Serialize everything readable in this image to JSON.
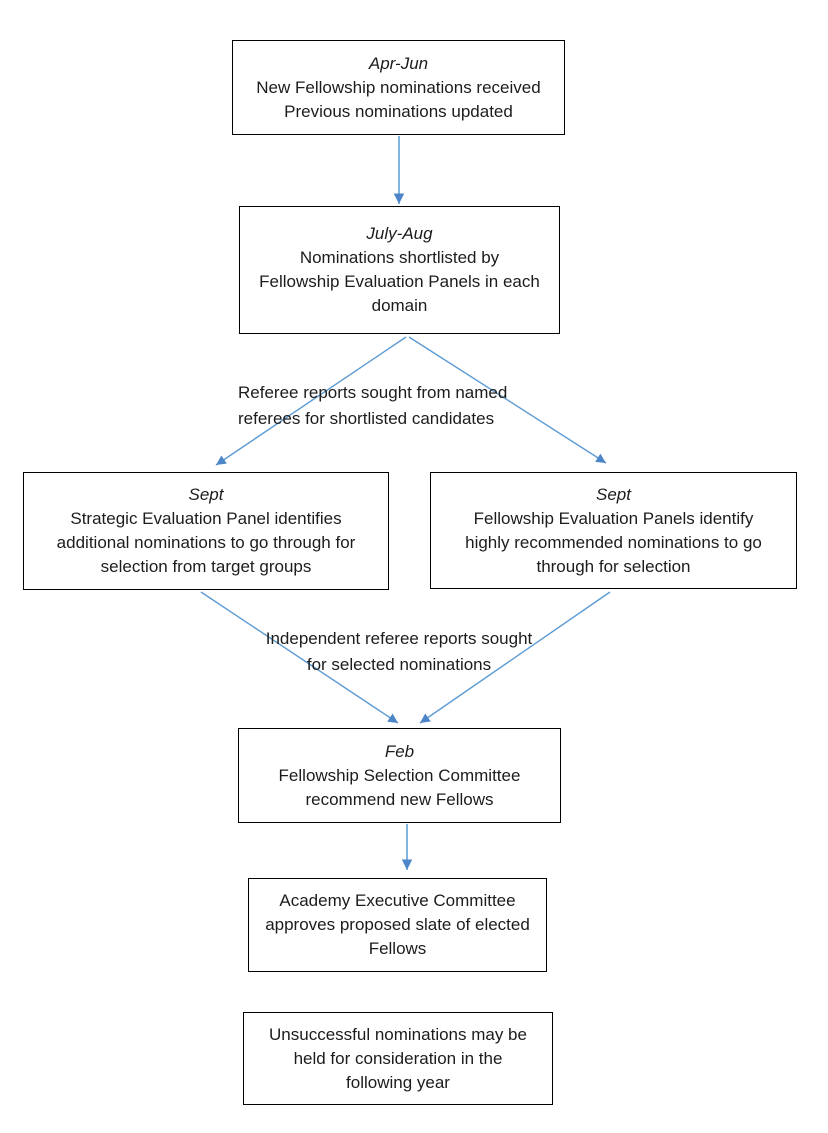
{
  "diagram": {
    "title": "Fellowship nomination and selection process flowchart",
    "colors": {
      "arrow_line": "#5b9bd5",
      "arrow_head": "#4d86c8",
      "box_border": "#000000",
      "text": "#1c1c1c"
    },
    "nodes": {
      "apr_jun": {
        "date": "Apr-Jun",
        "lines": [
          "New Fellowship nominations received",
          "Previous nominations updated"
        ]
      },
      "july_aug": {
        "date": "July-Aug",
        "lines": [
          "Nominations shortlisted by",
          "Fellowship Evaluation Panels in each",
          "domain"
        ]
      },
      "sept_strategic": {
        "date": "Sept",
        "lines": [
          "Strategic Evaluation Panel identifies",
          "additional nominations to go through for",
          "selection from target groups"
        ]
      },
      "sept_fellowship": {
        "date": "Sept",
        "lines": [
          "Fellowship Evaluation Panels identify",
          "highly recommended nominations to go",
          "through for selection"
        ]
      },
      "feb": {
        "date": "Feb",
        "lines": [
          "Fellowship Selection Committee",
          "recommend new Fellows"
        ]
      },
      "academy": {
        "lines": [
          "Academy Executive Committee",
          "approves proposed slate of elected",
          "Fellows"
        ]
      },
      "unsuccessful": {
        "lines": [
          "Unsuccessful nominations may be",
          "held for consideration in the",
          "following year"
        ]
      }
    },
    "labels": {
      "referee": {
        "lines": [
          "Referee reports sought from named",
          "referees for shortlisted candidates"
        ]
      },
      "independent": {
        "lines": [
          "Independent referee reports sought",
          "for selected nominations"
        ]
      }
    }
  }
}
